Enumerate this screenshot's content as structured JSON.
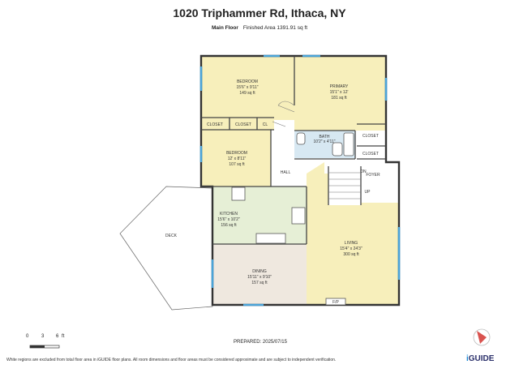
{
  "header": {
    "title": "1020 Triphammer Rd, Ithaca, NY",
    "floor_label": "Main Floor",
    "finished_area": "Finished Area 1391.91 sq ft"
  },
  "rooms": {
    "bedroom1": {
      "name": "BEDROOM",
      "dims": "15'6\" x 9'11\"",
      "area": "149 sq ft"
    },
    "primary": {
      "name": "PRIMARY",
      "dims": "15'1\" x 12'",
      "area": "181 sq ft"
    },
    "bath": {
      "name": "BATH",
      "dims": "10'2\" x 4'11\""
    },
    "bedroom2": {
      "name": "BEDROOM",
      "dims": "12' x 8'11\"",
      "area": "107 sq ft"
    },
    "closet1": "CLOSET",
    "closet2": "CLOSET",
    "cl": "CL",
    "closet3": "CLOSET",
    "closet4": "CLOSET",
    "hall": "HALL",
    "dn": "DN",
    "foyer": "FOYER",
    "up": "UP",
    "kitchen": {
      "name": "KITCHEN",
      "dims": "15'6\" x 10'2\"",
      "area": "156 sq ft"
    },
    "deck": "DECK",
    "living": {
      "name": "LIVING",
      "dims": "15'4\" x 24'3\"",
      "area": "300 sq ft"
    },
    "dining": {
      "name": "DINING",
      "dims": "15'11\" x 9'10\"",
      "area": "157 sq ft"
    },
    "fp": "F/P"
  },
  "scale_bar": {
    "labels": [
      "0",
      "3",
      "6"
    ],
    "unit": "ft"
  },
  "prepared": "PREPARED: 2025/07/15",
  "footer_note": "White regions are excluded from total floor area in iGUIDE floor plans. All room dimensions and floor areas must be considered approximate and are subject to independent verification.",
  "brand": {
    "prefix": "i",
    "name": "GUIDE"
  },
  "colors": {
    "bedroom_fill": "#f7efbb",
    "kitchen_fill": "#e6efd6",
    "dining_fill": "#efe8df",
    "bath_fill": "#d7e8f2",
    "wall": "#333333",
    "window": "#4aa3d8"
  }
}
